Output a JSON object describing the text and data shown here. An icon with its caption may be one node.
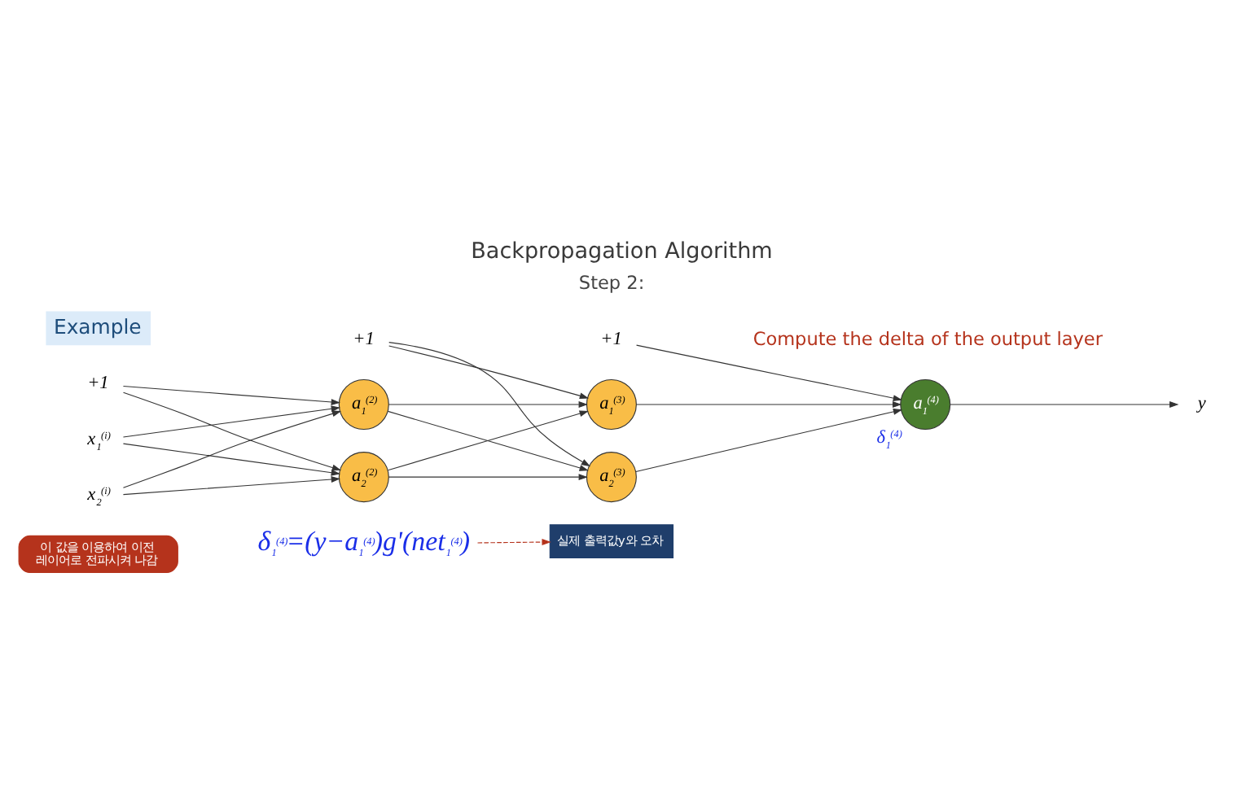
{
  "diagram": {
    "title": "Backpropagation Algorithm",
    "nodes": [
      {
        "text": [
          "+1"
        ]
      },
      {
        "text": [
          "x$_{1}$$^{(i)}$"
        ]
      },
      {
        "text": [
          "x$_{2}$$^{(i)}$"
        ]
      },
      {
        "text": [
          "+1"
        ]
      },
      {
        "text": [
          "a$_{1}$$^{(2)}$"
        ]
      },
      {
        "text": [
          "a$_{2}$$^{(2)}$"
        ]
      },
      {
        "text": [
          "+1"
        ]
      },
      {
        "text": [
          "a$_{1}$$^{(3)}$"
        ]
      },
      {
        "text": [
          "a$_{2}$$^{(3)}$"
        ]
      },
      {
        "text": [
          "a$_{1}$$^{(4)}$"
        ],
        "beside": [
          "δ$_{1}$$^{(4)}$"
        ]
      },
      {
        "text": [
          "y"
        ]
      },
      {
        "text": [
          "이 값을 이용하여 이전 레이어로 전파시켜 나감"
        ]
      },
      {
        "text": [
          "δ$_{1}$$^{(4)}$=(y−a$_{1}$$^{(4)}$)g'(net$_{1}$$^{(4)}$)"
        ]
      },
      {
        "text": [
          "실제 출력값y와 오차"
        ]
      }
    ],
    "edges": [
      {
        "from": 0,
        "to": 4,
        "arrow": "to"
      },
      {
        "from": 0,
        "to": 5,
        "arrow": "to"
      },
      {
        "from": 1,
        "to": 4,
        "arrow": "to"
      },
      {
        "from": 1,
        "to": 5,
        "arrow": "to"
      },
      {
        "from": 2,
        "to": 4,
        "arrow": "to"
      },
      {
        "from": 2,
        "to": 5,
        "arrow": "to"
      },
      {
        "from": 3,
        "to": 7,
        "arrow": "to"
      },
      {
        "from": 3,
        "to": 8,
        "arrow": "to"
      },
      {
        "from": 4,
        "to": 7,
        "arrow": "to"
      },
      {
        "from": 4,
        "to": 8,
        "arrow": "to"
      },
      {
        "from": 5,
        "to": 7,
        "arrow": "to"
      },
      {
        "from": 5,
        "to": 8,
        "arrow": "to"
      },
      {
        "from": 6,
        "to": 9,
        "arrow": "to"
      },
      {
        "from": 7,
        "to": 9,
        "arrow": "to"
      },
      {
        "from": 8,
        "to": 9,
        "arrow": "to"
      },
      {
        "from": 9,
        "to": 10,
        "arrow": "to"
      },
      {
        "from": 12,
        "to": 13,
        "arrow": "to",
        "style": "dashed",
        "color": "#b5331c"
      }
    ],
    "labels": [
      "Example",
      "Step 2:",
      "Compute the delta of the output layer"
    ]
  }
}
